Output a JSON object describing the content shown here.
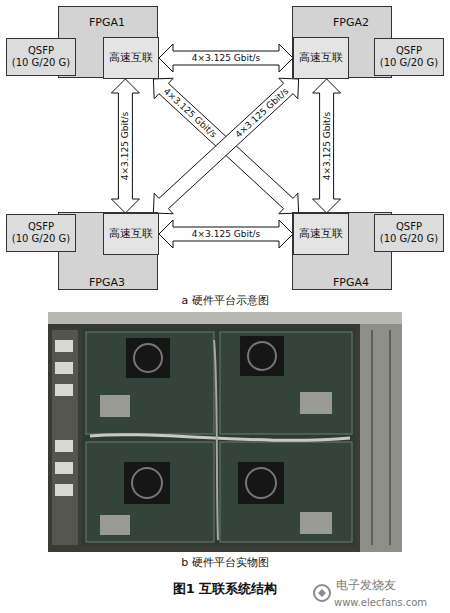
{
  "diagram": {
    "caption": "图1 互联系统结构",
    "nodes": [
      {
        "text": [
          "FPGA1"
        ]
      },
      {
        "text": [
          "高速互联"
        ],
        "in": 0
      },
      {
        "text": [
          "QSFP",
          "(10 G/20 G)"
        ]
      },
      {
        "text": [
          "FPGA2"
        ]
      },
      {
        "text": [
          "高速互联"
        ],
        "in": 3
      },
      {
        "text": [
          "QSFP",
          "(10 G/20 G)"
        ]
      },
      {
        "text": [
          "FPGA3"
        ]
      },
      {
        "text": [
          "高速互联"
        ],
        "in": 6
      },
      {
        "text": [
          "QSFP",
          "(10 G/20 G)"
        ]
      },
      {
        "text": [
          "FPGA4"
        ]
      },
      {
        "text": [
          "高速互联"
        ],
        "in": 9
      },
      {
        "text": [
          "QSFP",
          "(10 G/20 G)"
        ]
      }
    ],
    "edges": [
      {
        "from": 1,
        "to": 4,
        "arrow": "both",
        "label": "4×3.125 Gbit/s"
      },
      {
        "from": 1,
        "to": 7,
        "arrow": "both",
        "label": "4×3.125 Gbit/s"
      },
      {
        "from": 1,
        "to": 10,
        "arrow": "both",
        "label": "4×3.125 Gbit/s"
      },
      {
        "from": 4,
        "to": 7,
        "arrow": "both",
        "label": "4×3.125 Gbit/s"
      },
      {
        "from": 4,
        "to": 10,
        "arrow": "both",
        "label": "4×3.125 Gbit/s"
      },
      {
        "from": 7,
        "to": 10,
        "arrow": "both",
        "label": "4×3.125 Gbit/s"
      }
    ],
    "labels": [
      "a 硬件平台示意图",
      "b 硬件平台实物图",
      "电子发烧友",
      "www.elecfans.com"
    ]
  }
}
